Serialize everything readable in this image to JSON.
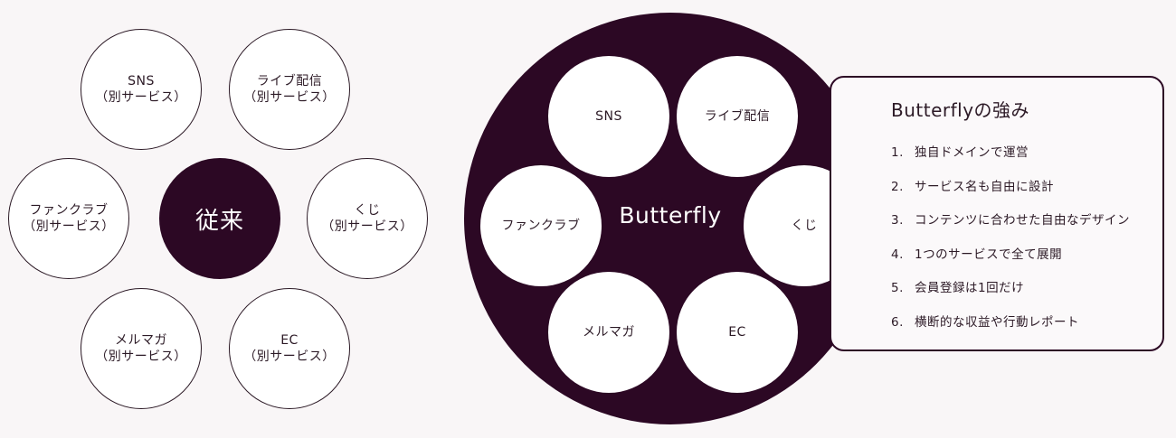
{
  "legacy": {
    "center": "従来",
    "bubbles": [
      {
        "name": "SNS",
        "note": "（別サービス）"
      },
      {
        "name": "ライブ配信",
        "note": "（別サービス）"
      },
      {
        "name": "ファンクラブ",
        "note": "（別サービス）"
      },
      {
        "name": "くじ",
        "note": "（別サービス）"
      },
      {
        "name": "メルマガ",
        "note": "（別サービス）"
      },
      {
        "name": "EC",
        "note": "（別サービス）"
      }
    ]
  },
  "butterfly": {
    "center": "Butterfly",
    "bubbles": [
      "SNS",
      "ライブ配信",
      "ファンクラブ",
      "くじ",
      "メルマガ",
      "EC"
    ]
  },
  "strengths": {
    "title": "Butterflyの強み",
    "items": [
      {
        "num": "1.",
        "text": "独自ドメインで運営"
      },
      {
        "num": "2.",
        "text": "サービス名も自由に設計"
      },
      {
        "num": "3.",
        "text": "コンテンツに合わせた自由なデザイン"
      },
      {
        "num": "4.",
        "text": "1つのサービスで全て展開"
      },
      {
        "num": "5.",
        "text": "会員登録は1回だけ"
      },
      {
        "num": "6.",
        "text": "横断的な収益や行動レポート"
      }
    ]
  }
}
